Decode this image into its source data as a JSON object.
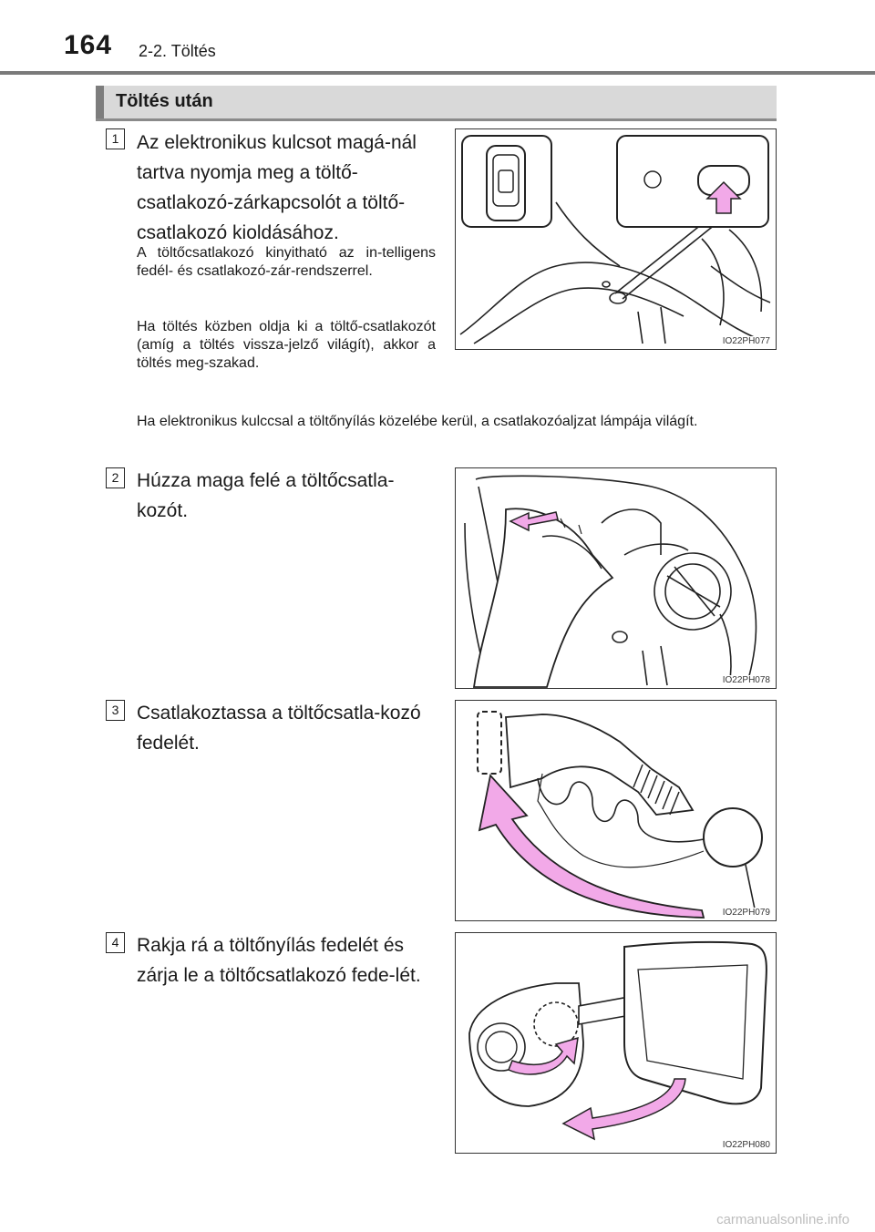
{
  "header": {
    "page_number": "164",
    "chapter": "2-2. Töltés"
  },
  "section": {
    "title": "Töltés után"
  },
  "steps": [
    {
      "number": "1",
      "text": "Az elektronikus kulcsot magá-nál tartva nyomja meg a töltő-csatlakozó-zárkapcsolót a töltő-csatlakozó kioldásához.",
      "notes": [
        "A töltőcsatlakozó kinyitható az in-telligens fedél- és csatlakozó-zár-rendszerrel.",
        "Ha töltés közben oldja ki a töltő-csatlakozót (amíg a töltés vissza-jelző világít), akkor a töltés meg-szakad."
      ],
      "wide_note": "Ha elektronikus kulccsal a töltőnyílás közelébe kerül, a csatlakozóaljzat lámpája világít.",
      "figure_code": "IO22PH077"
    },
    {
      "number": "2",
      "text": "Húzza maga felé a töltőcsatla-kozót.",
      "figure_code": "IO22PH078"
    },
    {
      "number": "3",
      "text": "Csatlakoztassa a töltőcsatla-kozó fedelét.",
      "figure_code": "IO22PH079"
    },
    {
      "number": "4",
      "text": "Rakja rá a töltőnyílás fedelét és zárja le a töltőcsatlakozó fede-lét.",
      "figure_code": "IO22PH080"
    }
  ],
  "colors": {
    "arrow_pink": "#f2a9e8",
    "rule_gray": "#7a7a7a",
    "header_fill": "#d9d9d9"
  },
  "footer": {
    "watermark": "carmanualsonline.info"
  }
}
